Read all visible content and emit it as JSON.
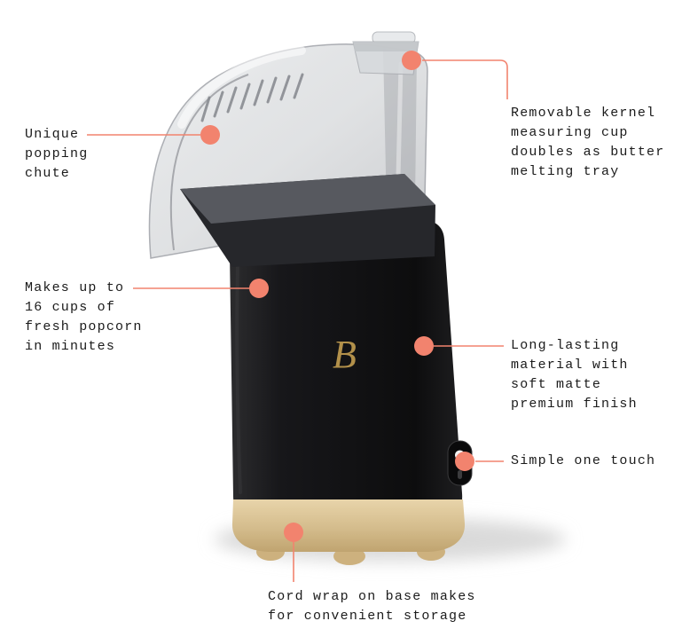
{
  "colors": {
    "background": "#ffffff",
    "accent": "#f2836e",
    "brand_gold": "#b2904a",
    "body_black": "#141415",
    "base_gold": "#d4bc8c"
  },
  "product": {
    "brand_logo": "B"
  },
  "annotations": [
    {
      "id": "popping-chute",
      "label": "Unique\npopping\nchute"
    },
    {
      "id": "measuring-cup",
      "label": "Removable kernel\nmeasuring cup\ndoubles as butter\nmelting tray"
    },
    {
      "id": "capacity",
      "label": "Makes up to\n16 cups of\nfresh popcorn\nin minutes"
    },
    {
      "id": "material",
      "label": "Long-lasting\nmaterial with\nsoft matte\npremium finish"
    },
    {
      "id": "one-touch",
      "label": "Simple one touch"
    },
    {
      "id": "cord-wrap",
      "label": "Cord wrap on base makes\nfor convenient storage"
    }
  ]
}
